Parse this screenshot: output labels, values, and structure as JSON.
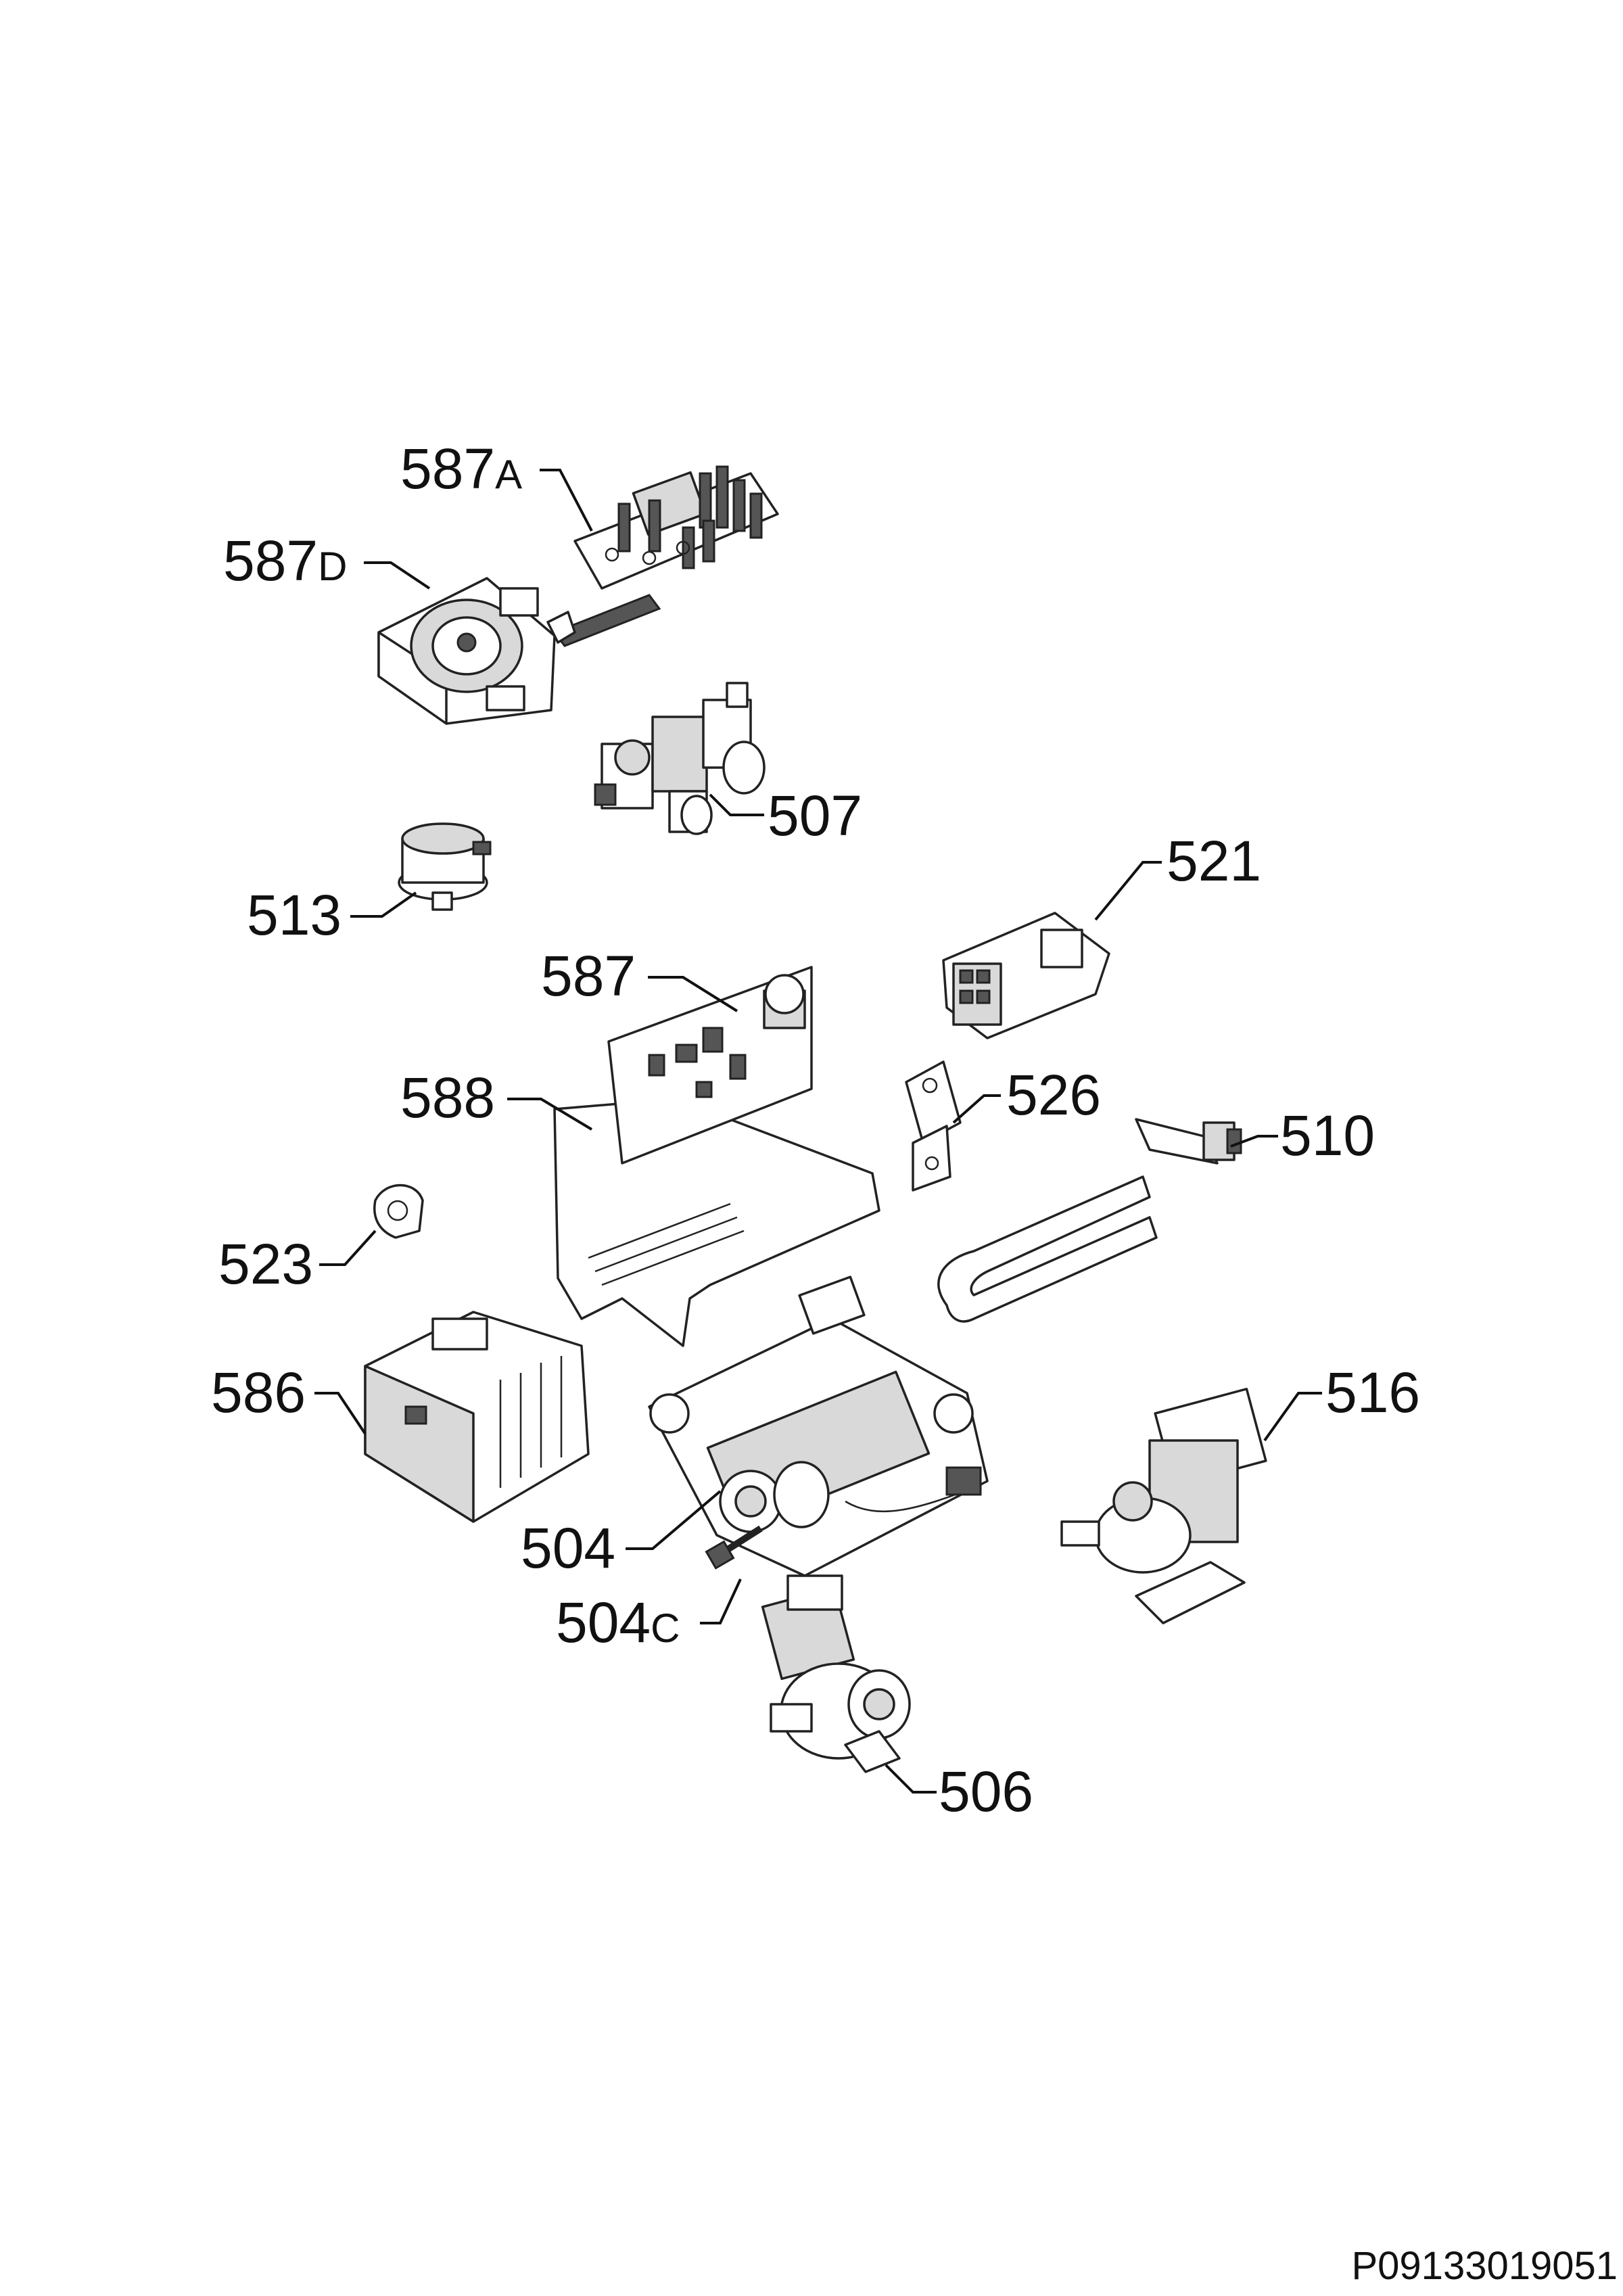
{
  "document_code": "P09133019051",
  "parts": [
    {
      "id": "587A",
      "number": "587",
      "suffix": "A"
    },
    {
      "id": "587D",
      "number": "587",
      "suffix": "D"
    },
    {
      "id": "507",
      "number": "507",
      "suffix": ""
    },
    {
      "id": "513",
      "number": "513",
      "suffix": ""
    },
    {
      "id": "521",
      "number": "521",
      "suffix": ""
    },
    {
      "id": "587",
      "number": "587",
      "suffix": ""
    },
    {
      "id": "588",
      "number": "588",
      "suffix": ""
    },
    {
      "id": "526",
      "number": "526",
      "suffix": ""
    },
    {
      "id": "510",
      "number": "510",
      "suffix": ""
    },
    {
      "id": "523",
      "number": "523",
      "suffix": ""
    },
    {
      "id": "586",
      "number": "586",
      "suffix": ""
    },
    {
      "id": "516",
      "number": "516",
      "suffix": ""
    },
    {
      "id": "504",
      "number": "504",
      "suffix": ""
    },
    {
      "id": "504C",
      "number": "504",
      "suffix": "C"
    },
    {
      "id": "506",
      "number": "506",
      "suffix": ""
    }
  ]
}
